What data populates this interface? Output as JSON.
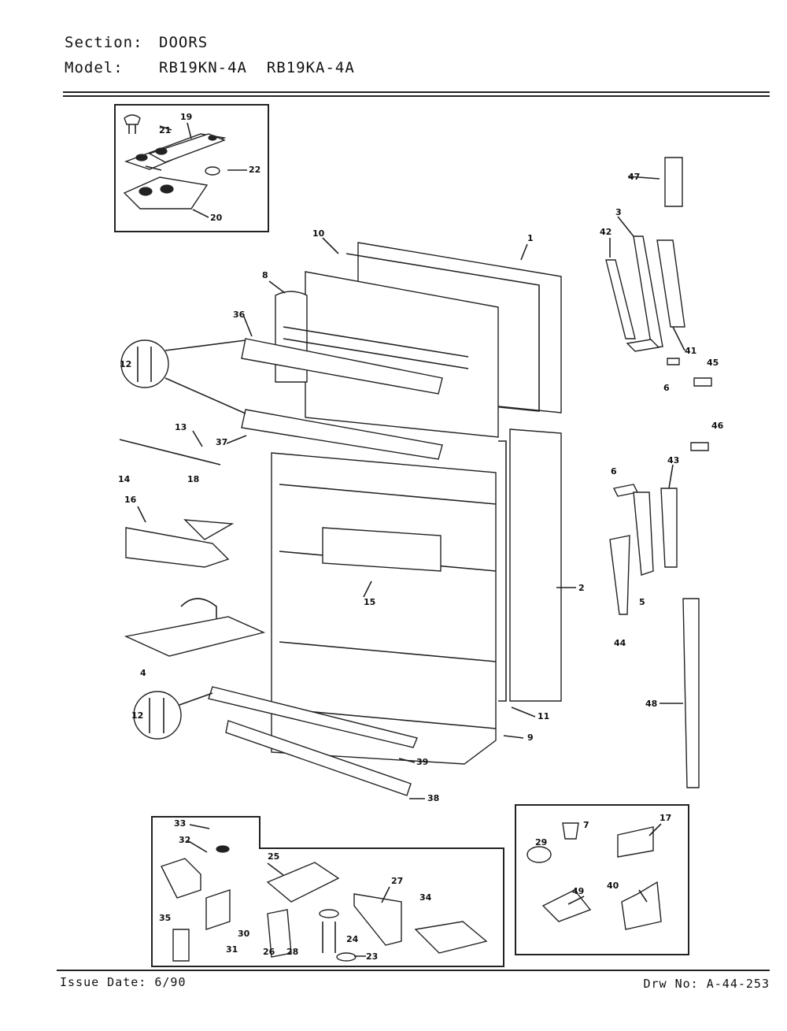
{
  "header": {
    "section_key": "Section:",
    "section_value": "DOORS",
    "model_key": "Model:",
    "model_value": "RB19KN-4A  RB19KA-4A"
  },
  "footer": {
    "issue_date": "Issue Date: 6/90",
    "drawing_no": "Drw No: A-44-253"
  },
  "callouts": [
    "1",
    "2",
    "3",
    "4",
    "5",
    "6",
    "6",
    "7",
    "8",
    "9",
    "10",
    "11",
    "12",
    "12",
    "13",
    "14",
    "15",
    "16",
    "17",
    "18",
    "19",
    "20",
    "21",
    "22",
    "23",
    "24",
    "25",
    "26",
    "27",
    "28",
    "29",
    "30",
    "31",
    "32",
    "33",
    "34",
    "35",
    "36",
    "37",
    "38",
    "39",
    "40",
    "41",
    "42",
    "43",
    "44",
    "45",
    "46",
    "47",
    "48",
    "49"
  ]
}
